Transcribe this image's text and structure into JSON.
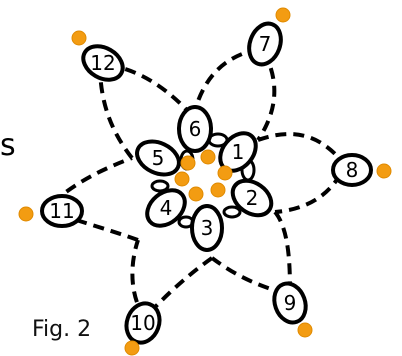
{
  "caption": "Fig. 2",
  "stray_char": "s",
  "colors": {
    "dot": "#f39c12",
    "stroke": "#000000",
    "bead_fill": "#ffffff"
  },
  "beads": [
    {
      "id": "bead-1",
      "label": "1"
    },
    {
      "id": "bead-2",
      "label": "2"
    },
    {
      "id": "bead-3",
      "label": "3"
    },
    {
      "id": "bead-4",
      "label": "4"
    },
    {
      "id": "bead-5",
      "label": "5"
    },
    {
      "id": "bead-6",
      "label": "6"
    },
    {
      "id": "bead-7",
      "label": "7"
    },
    {
      "id": "bead-8",
      "label": "8"
    },
    {
      "id": "bead-9",
      "label": "9"
    },
    {
      "id": "bead-10",
      "label": "10"
    },
    {
      "id": "bead-11",
      "label": "11"
    },
    {
      "id": "bead-12",
      "label": "12"
    }
  ]
}
